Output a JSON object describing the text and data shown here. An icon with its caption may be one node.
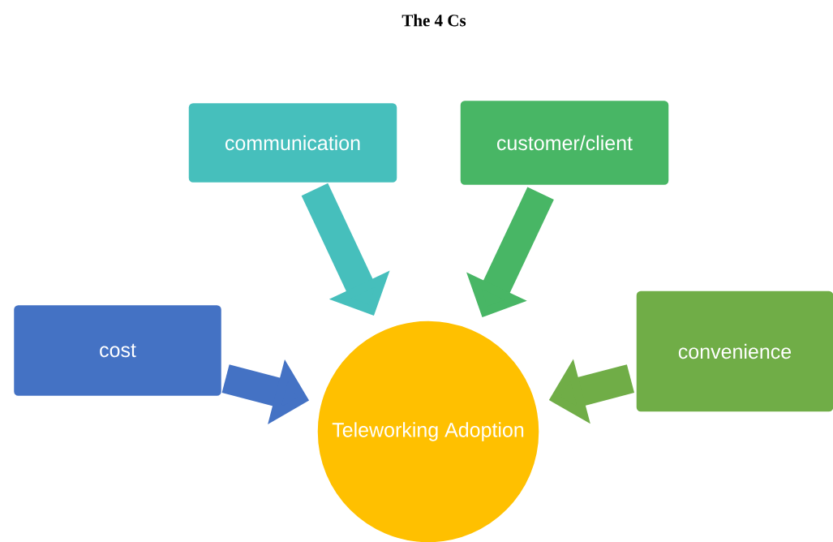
{
  "diagram": {
    "title": "The 4 Cs",
    "nodes": [
      {
        "text": [
          "communication"
        ]
      },
      {
        "text": [
          "customer/client"
        ]
      },
      {
        "text": [
          "cost"
        ]
      },
      {
        "text": [
          "convenience"
        ]
      },
      {
        "text": [
          "Teleworking Adoption"
        ]
      }
    ],
    "edges": [
      {
        "from": 0,
        "to": 4,
        "arrow": "to",
        "color": "#46bfbc"
      },
      {
        "from": 1,
        "to": 4,
        "arrow": "to",
        "color": "#48b665"
      },
      {
        "from": 2,
        "to": 4,
        "arrow": "to",
        "color": "#4472c4"
      },
      {
        "from": 3,
        "to": 4,
        "arrow": "to",
        "color": "#70ad47"
      }
    ]
  }
}
